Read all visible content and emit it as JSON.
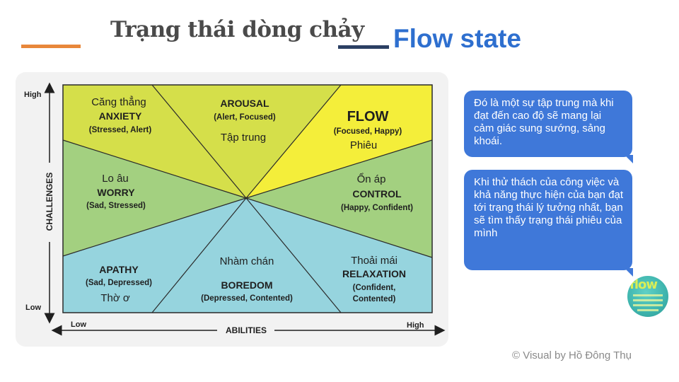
{
  "header": {
    "title_vi": "Trạng thái dòng chảy",
    "title_en": "Flow state"
  },
  "colors": {
    "accent_orange": "#e8873a",
    "title_blue": "#2e6fcf",
    "underline_navy": "#2b3f63",
    "bubble_blue": "#3f78d9",
    "anxiety_arousal": "#d5df4a",
    "flow": "#f4ee3a",
    "worry_control": "#a3d080",
    "apathy_boredom_relaxation": "#96d4de"
  },
  "diagram": {
    "y_axis": {
      "label": "CHALLENGES",
      "high": "High",
      "low": "Low"
    },
    "x_axis": {
      "label": "ABILITIES",
      "low": "Low",
      "high": "High"
    },
    "regions": {
      "anxiety": {
        "vi": "Căng thẳng",
        "name": "ANXIETY",
        "desc": "(Stressed, Alert)"
      },
      "arousal": {
        "name": "AROUSAL",
        "desc": "(Alert, Focused)",
        "vi": "Tập trung"
      },
      "flow": {
        "name": "FLOW",
        "desc": "(Focused, Happy)",
        "vi": "Phiêu"
      },
      "worry": {
        "vi": "Lo âu",
        "name": "WORRY",
        "desc": "(Sad, Stressed)"
      },
      "control": {
        "vi": "Ổn áp",
        "name": "CONTROL",
        "desc": "(Happy, Confident)"
      },
      "apathy": {
        "name": "APATHY",
        "desc": "(Sad, Depressed)",
        "vi": "Thờ ơ"
      },
      "boredom": {
        "vi": "Nhàm chán",
        "name": "BOREDOM",
        "desc": "(Depressed, Contented)"
      },
      "relaxation": {
        "vi": "Thoải mái",
        "name": "RELAXATION",
        "desc_line1": "(Confident,",
        "desc_line2": "Contented)"
      }
    }
  },
  "bubbles": [
    {
      "text": "Đó là một sự tập trung mà khi đạt đến cao độ sẽ mang lại cảm giác sung sướng, sảng khoái."
    },
    {
      "text": "Khi thử thách của công việc và khả năng thực hiện của bạn đạt tới trạng thái lý tưởng nhất, bạn sẽ tìm thấy trạng thái phiêu của mình"
    }
  ],
  "logo": {
    "text": "flow"
  },
  "credit": "© Visual by Hồ Đông Thụ"
}
